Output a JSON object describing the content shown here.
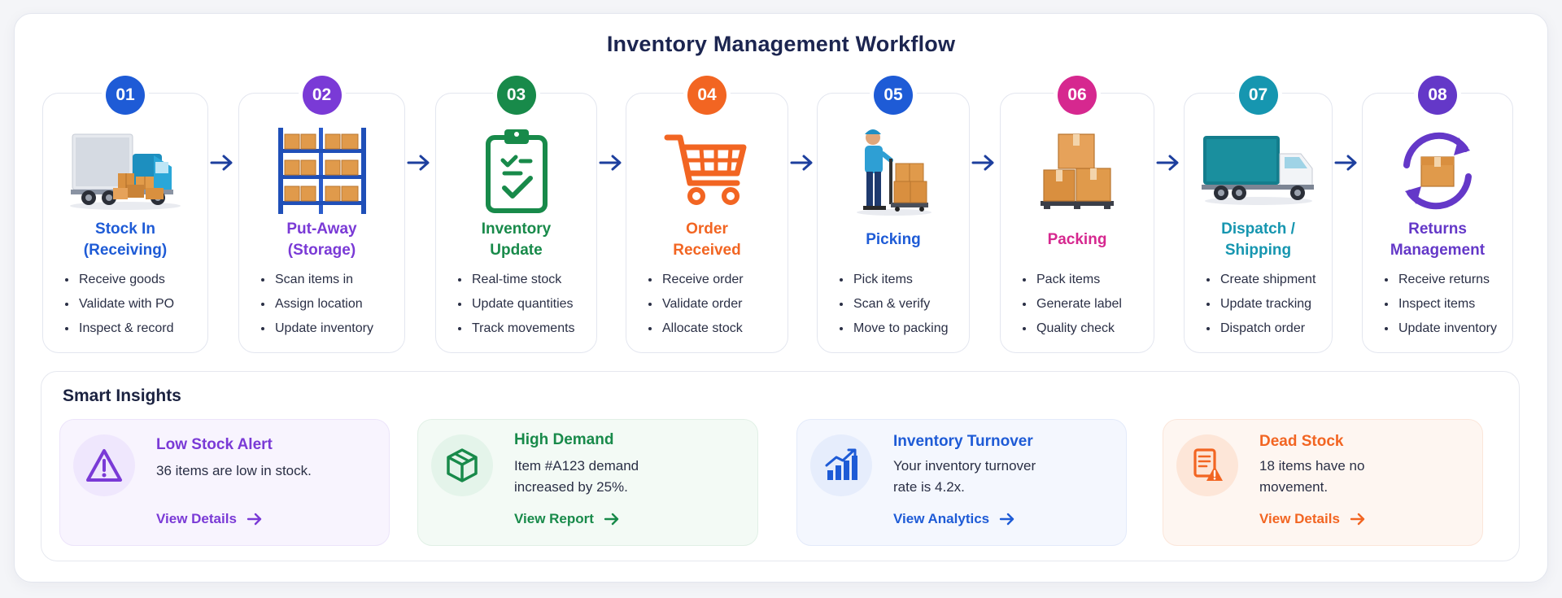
{
  "title": "Inventory Management Workflow",
  "steps": [
    {
      "number": "01",
      "title_line1": "Stock In",
      "title_line2": "(Receiving)",
      "color": "#1e5bd6",
      "bullets": [
        "Receive goods",
        "Validate with PO",
        "Inspect & record"
      ],
      "icon": "delivery-truck-icon"
    },
    {
      "number": "02",
      "title_line1": "Put-Away",
      "title_line2": "(Storage)",
      "color": "#7a3ad6",
      "bullets": [
        "Scan items in",
        "Assign location",
        "Update inventory"
      ],
      "icon": "warehouse-shelf-icon"
    },
    {
      "number": "03",
      "title_line1": "Inventory",
      "title_line2": "Update",
      "color": "#188a4a",
      "bullets": [
        "Real-time stock",
        "Update quantities",
        "Track movements"
      ],
      "icon": "clipboard-check-icon"
    },
    {
      "number": "04",
      "title_line1": "Order",
      "title_line2": "Received",
      "color": "#f26522",
      "bullets": [
        "Receive order",
        "Validate order",
        "Allocate stock"
      ],
      "icon": "shopping-cart-icon"
    },
    {
      "number": "05",
      "title_line1": "Picking",
      "title_line2": "",
      "color": "#1e5bd6",
      "bullets": [
        "Pick items",
        "Scan & verify",
        "Move to packing"
      ],
      "icon": "worker-pallet-icon"
    },
    {
      "number": "06",
      "title_line1": "Packing",
      "title_line2": "",
      "color": "#d6288f",
      "bullets": [
        "Pack items",
        "Generate label",
        "Quality check"
      ],
      "icon": "stacked-boxes-icon"
    },
    {
      "number": "07",
      "title_line1": "Dispatch /",
      "title_line2": "Shipping",
      "color": "#1696b0",
      "bullets": [
        "Create shipment",
        "Update tracking",
        "Dispatch order"
      ],
      "icon": "shipping-truck-icon"
    },
    {
      "number": "08",
      "title_line1": "Returns",
      "title_line2": "Management",
      "color": "#6438c8",
      "bullets": [
        "Receive returns",
        "Inspect items",
        "Update inventory"
      ],
      "icon": "returns-cycle-icon"
    }
  ],
  "insights": {
    "title": "Smart Insights",
    "cards": [
      {
        "title": "Low Stock Alert",
        "text_line1": "36 items are low in stock.",
        "text_line2": "",
        "link": "View Details",
        "color": "#7a3ad6",
        "icon": "warning-triangle-icon"
      },
      {
        "title": "High Demand",
        "text_line1": "Item #A123 demand",
        "text_line2": "increased by 25%.",
        "link": "View Report",
        "color": "#188a4a",
        "icon": "package-box-icon"
      },
      {
        "title": "Inventory Turnover",
        "text_line1": "Your inventory turnover",
        "text_line2": "rate is 4.2x.",
        "link": "View Analytics",
        "color": "#1e5bd6",
        "icon": "bar-chart-icon"
      },
      {
        "title": "Dead Stock",
        "text_line1": "18 items have no",
        "text_line2": "movement.",
        "link": "View Details",
        "color": "#f26522",
        "icon": "document-alert-icon"
      }
    ]
  }
}
